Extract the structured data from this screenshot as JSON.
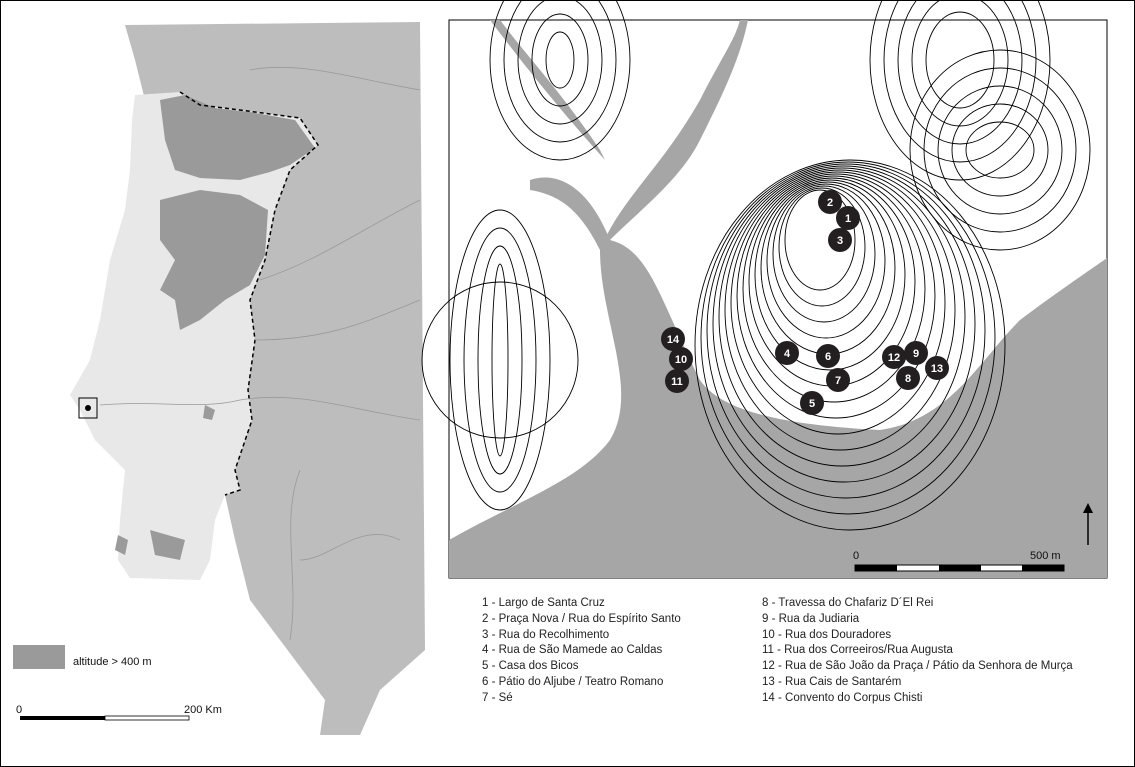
{
  "overview_map": {
    "legend_label": "altitude > 400 m",
    "scale_start": "0",
    "scale_end": "200 Km",
    "colors": {
      "spain": "#bdbdbd",
      "portugal": "#e8e8e8",
      "highland": "#9a9a9a"
    }
  },
  "detail_map": {
    "scale_start": "0",
    "scale_end": "500 m",
    "colors": {
      "river": "#a6a6a6",
      "marker": "#231f20"
    },
    "markers": [
      "1",
      "2",
      "3",
      "4",
      "5",
      "6",
      "7",
      "8",
      "9",
      "10",
      "11",
      "12",
      "13",
      "14"
    ]
  },
  "legend": {
    "left": [
      "1 - Largo de Santa Cruz",
      "2 - Praça Nova / Rua do Espírito Santo",
      "3 - Rua do Recolhimento",
      "4 - Rua de São Mamede ao Caldas",
      "5 - Casa dos Bicos",
      "6 - Pátio do Aljube / Teatro Romano",
      "7 - Sé"
    ],
    "right": [
      "8 - Travessa do Chafariz D´El Rei",
      "9 - Rua da Judiaria",
      "10 - Rua dos Douradores",
      "11 - Rua dos Correeiros/Rua Augusta",
      "12 - Rua de São João da Praça / Pátio da Senhora de Murça",
      "13 - Rua Cais de Santarém",
      "14 - Convento do Corpus Chisti"
    ]
  }
}
